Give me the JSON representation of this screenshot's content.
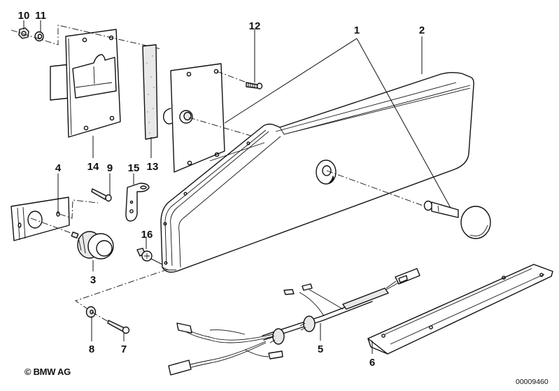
{
  "diagram": {
    "subject": "Armrest / center console assembly exploded parts view",
    "callouts": [
      {
        "id": "1",
        "label": "1"
      },
      {
        "id": "2",
        "label": "2"
      },
      {
        "id": "3",
        "label": "3"
      },
      {
        "id": "4",
        "label": "4"
      },
      {
        "id": "5",
        "label": "5"
      },
      {
        "id": "6",
        "label": "6"
      },
      {
        "id": "7",
        "label": "7"
      },
      {
        "id": "8",
        "label": "8"
      },
      {
        "id": "9",
        "label": "9"
      },
      {
        "id": "10",
        "label": "10"
      },
      {
        "id": "11",
        "label": "11"
      },
      {
        "id": "12",
        "label": "12"
      },
      {
        "id": "13",
        "label": "13"
      },
      {
        "id": "14",
        "label": "14"
      },
      {
        "id": "15",
        "label": "15"
      },
      {
        "id": "16",
        "label": "16"
      }
    ],
    "parts": [
      {
        "callout": "1",
        "icon": "armrest-body-and-knob"
      },
      {
        "callout": "2",
        "icon": "armrest-cushion-top"
      },
      {
        "callout": "3",
        "icon": "push-button-switch"
      },
      {
        "callout": "4",
        "icon": "switch-mounting-plate"
      },
      {
        "callout": "5",
        "icon": "wiring-harness"
      },
      {
        "callout": "6",
        "icon": "mounting-rail"
      },
      {
        "callout": "7",
        "icon": "screw"
      },
      {
        "callout": "8",
        "icon": "washer"
      },
      {
        "callout": "9",
        "icon": "screw"
      },
      {
        "callout": "10",
        "icon": "hex-nut"
      },
      {
        "callout": "11",
        "icon": "washer"
      },
      {
        "callout": "12",
        "icon": "screw"
      },
      {
        "callout": "13",
        "icon": "foam-gasket-strip"
      },
      {
        "callout": "14",
        "icon": "ashtray-housing-plate"
      },
      {
        "callout": "15",
        "icon": "angle-bracket"
      },
      {
        "callout": "16",
        "icon": "expanding-rivet-clip"
      }
    ]
  },
  "footer": {
    "copyright": "© BMW AG",
    "diagram_number": "00009460"
  }
}
